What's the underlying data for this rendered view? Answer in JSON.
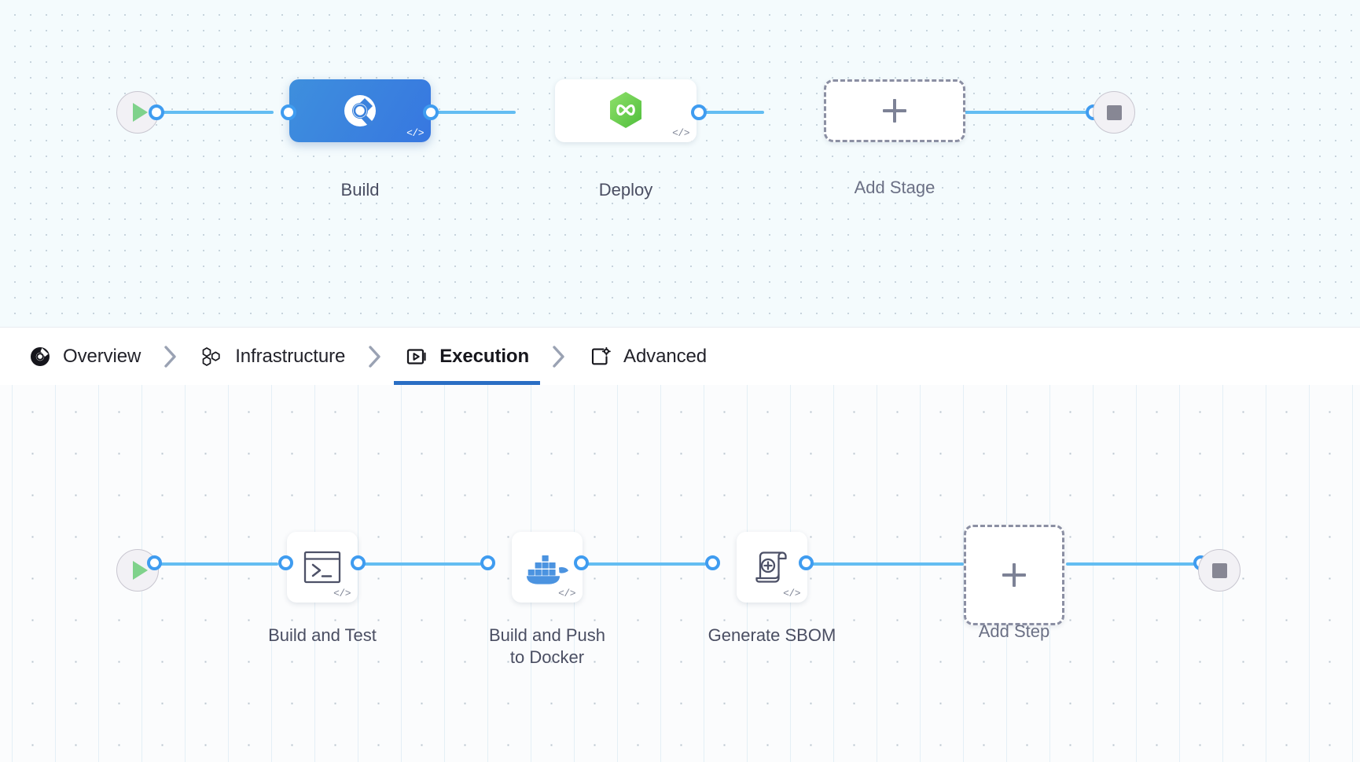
{
  "stage_canvas": {
    "name": "pipeline-stages-canvas",
    "start_node": {
      "icon": "play-icon",
      "label": ""
    },
    "end_node": {
      "icon": "stop-icon",
      "label": ""
    },
    "stages": [
      {
        "id": "build",
        "label": "Build",
        "icon": "harness-ci-icon",
        "selected": true,
        "code_badge": "</>"
      },
      {
        "id": "deploy",
        "label": "Deploy",
        "icon": "harness-cd-infinity-icon",
        "selected": false,
        "code_badge": "</>"
      }
    ],
    "add_stage": {
      "label": "Add Stage",
      "icon": "plus-icon"
    }
  },
  "tabs": {
    "items": [
      {
        "id": "overview",
        "label": "Overview",
        "icon": "overview-circle-icon",
        "active": false
      },
      {
        "id": "infrastructure",
        "label": "Infrastructure",
        "icon": "hexagon-cluster-icon",
        "active": false
      },
      {
        "id": "execution",
        "label": "Execution",
        "icon": "play-box-icon",
        "active": true
      },
      {
        "id": "advanced",
        "label": "Advanced",
        "icon": "card-gear-icon",
        "active": false
      }
    ],
    "separator_icon": "chevron-right-icon",
    "active_color": "#2a6ec4"
  },
  "step_canvas": {
    "name": "pipeline-steps-canvas",
    "start_node": {
      "icon": "play-icon",
      "label": ""
    },
    "end_node": {
      "icon": "stop-icon",
      "label": ""
    },
    "steps": [
      {
        "id": "build-and-test",
        "label": "Build and Test",
        "icon": "terminal-icon",
        "code_badge": "</>"
      },
      {
        "id": "build-and-push",
        "label": "Build and Push\nto Docker",
        "icon": "docker-whale-icon",
        "code_badge": "</>"
      },
      {
        "id": "generate-sbom",
        "label": "Generate SBOM",
        "icon": "scroll-plus-icon",
        "code_badge": "</>"
      }
    ],
    "add_step": {
      "label": "Add Step",
      "icon": "plus-icon"
    }
  },
  "colors": {
    "edge": "#63bdf2",
    "port_ring": "#3f9cf0",
    "selected_node": "#3777e0",
    "cd_green": "#6ecf4d",
    "docker_blue": "#4b93e0",
    "start_green": "#7fd28b"
  }
}
